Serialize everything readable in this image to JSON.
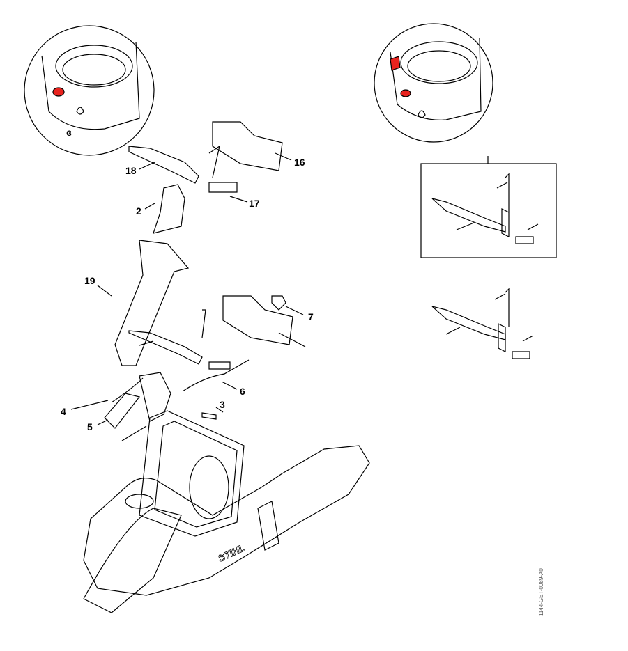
{
  "labels": {
    "p18": "18",
    "p16": "16",
    "p17": "17",
    "p2": "2",
    "p19": "19",
    "p7": "7",
    "p6": "6",
    "p3": "3",
    "p4": "4",
    "p5": "5"
  },
  "drawing_code": "1144-GET-0089-A0",
  "logo_text": "STIHL",
  "colors": {
    "highlight": "#e8231e",
    "line": "#000000"
  }
}
